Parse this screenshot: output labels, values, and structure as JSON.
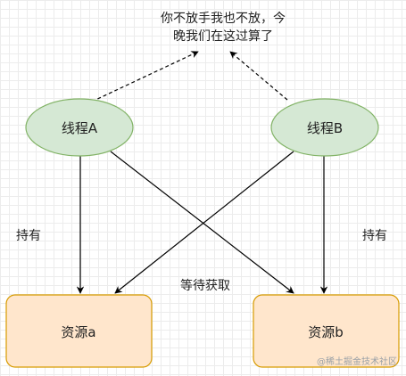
{
  "caption": {
    "line1": "你不放手我也不放，今",
    "line2": "晚我们在这过算了"
  },
  "threads": {
    "a": {
      "label": "线程A"
    },
    "b": {
      "label": "线程B"
    }
  },
  "resources": {
    "a": {
      "label": "资源a"
    },
    "b": {
      "label": "资源b"
    }
  },
  "edge_labels": {
    "hold_left": "持有",
    "hold_right": "持有",
    "wait": "等待获取"
  },
  "watermark": "@稀土掘金技术社区",
  "colors": {
    "thread_fill": "#d5e8d4",
    "thread_stroke": "#82b366",
    "resource_fill": "#ffe6cc",
    "resource_stroke": "#d79b00",
    "edge": "#000000"
  }
}
